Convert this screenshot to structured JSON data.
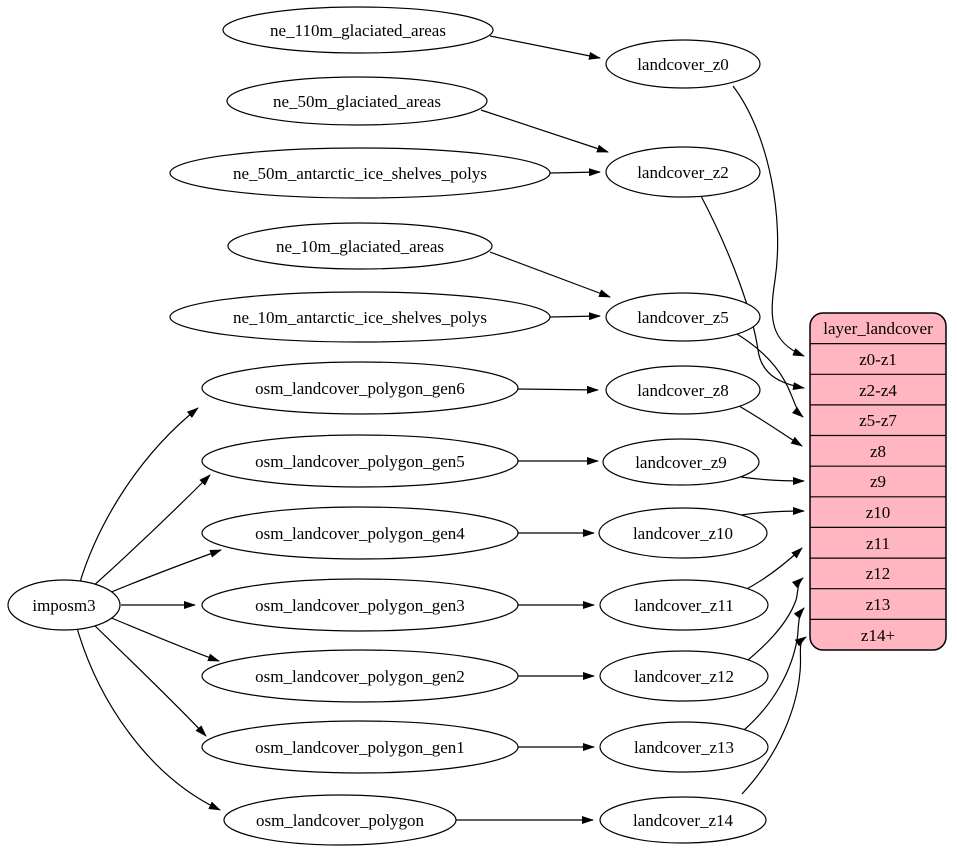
{
  "colors": {
    "background": "#ffffff",
    "stroke": "#000000",
    "node_fill": "#ffffff",
    "table_fill": "#ffb6c1"
  },
  "graph": {
    "importer": {
      "label": "imposm3"
    },
    "sources": [
      {
        "label": "ne_110m_glaciated_areas"
      },
      {
        "label": "ne_50m_glaciated_areas"
      },
      {
        "label": "ne_50m_antarctic_ice_shelves_polys"
      },
      {
        "label": "ne_10m_glaciated_areas"
      },
      {
        "label": "ne_10m_antarctic_ice_shelves_polys"
      },
      {
        "label": "osm_landcover_polygon_gen6"
      },
      {
        "label": "osm_landcover_polygon_gen5"
      },
      {
        "label": "osm_landcover_polygon_gen4"
      },
      {
        "label": "osm_landcover_polygon_gen3"
      },
      {
        "label": "osm_landcover_polygon_gen2"
      },
      {
        "label": "osm_landcover_polygon_gen1"
      },
      {
        "label": "osm_landcover_polygon"
      }
    ],
    "generalized_tables": [
      {
        "label": "landcover_z0"
      },
      {
        "label": "landcover_z2"
      },
      {
        "label": "landcover_z5"
      },
      {
        "label": "landcover_z8"
      },
      {
        "label": "landcover_z9"
      },
      {
        "label": "landcover_z10"
      },
      {
        "label": "landcover_z11"
      },
      {
        "label": "landcover_z12"
      },
      {
        "label": "landcover_z13"
      },
      {
        "label": "landcover_z14"
      }
    ],
    "layer_table": {
      "header": "layer_landcover",
      "fill": "#ffb6c1",
      "rows": [
        {
          "label": "z0-z1"
        },
        {
          "label": "z2-z4"
        },
        {
          "label": "z5-z7"
        },
        {
          "label": "z8"
        },
        {
          "label": "z9"
        },
        {
          "label": "z10"
        },
        {
          "label": "z11"
        },
        {
          "label": "z12"
        },
        {
          "label": "z13"
        },
        {
          "label": "z14+"
        }
      ]
    },
    "edges": [
      {
        "from": "imposm3",
        "to": "osm_landcover_polygon_gen6"
      },
      {
        "from": "imposm3",
        "to": "osm_landcover_polygon_gen5"
      },
      {
        "from": "imposm3",
        "to": "osm_landcover_polygon_gen4"
      },
      {
        "from": "imposm3",
        "to": "osm_landcover_polygon_gen3"
      },
      {
        "from": "imposm3",
        "to": "osm_landcover_polygon_gen2"
      },
      {
        "from": "imposm3",
        "to": "osm_landcover_polygon_gen1"
      },
      {
        "from": "imposm3",
        "to": "osm_landcover_polygon"
      },
      {
        "from": "ne_110m_glaciated_areas",
        "to": "landcover_z0"
      },
      {
        "from": "ne_50m_glaciated_areas",
        "to": "landcover_z2"
      },
      {
        "from": "ne_50m_antarctic_ice_shelves_polys",
        "to": "landcover_z2"
      },
      {
        "from": "ne_10m_glaciated_areas",
        "to": "landcover_z5"
      },
      {
        "from": "ne_10m_antarctic_ice_shelves_polys",
        "to": "landcover_z5"
      },
      {
        "from": "osm_landcover_polygon_gen6",
        "to": "landcover_z8"
      },
      {
        "from": "osm_landcover_polygon_gen5",
        "to": "landcover_z9"
      },
      {
        "from": "osm_landcover_polygon_gen4",
        "to": "landcover_z10"
      },
      {
        "from": "osm_landcover_polygon_gen3",
        "to": "landcover_z11"
      },
      {
        "from": "osm_landcover_polygon_gen2",
        "to": "landcover_z12"
      },
      {
        "from": "osm_landcover_polygon_gen1",
        "to": "landcover_z13"
      },
      {
        "from": "osm_landcover_polygon",
        "to": "landcover_z14"
      },
      {
        "from": "landcover_z0",
        "to": "z0-z1"
      },
      {
        "from": "landcover_z2",
        "to": "z2-z4"
      },
      {
        "from": "landcover_z5",
        "to": "z5-z7"
      },
      {
        "from": "landcover_z8",
        "to": "z8"
      },
      {
        "from": "landcover_z9",
        "to": "z9"
      },
      {
        "from": "landcover_z10",
        "to": "z10"
      },
      {
        "from": "landcover_z11",
        "to": "z11"
      },
      {
        "from": "landcover_z12",
        "to": "z12"
      },
      {
        "from": "landcover_z13",
        "to": "z13"
      },
      {
        "from": "landcover_z14",
        "to": "z14+"
      }
    ]
  }
}
